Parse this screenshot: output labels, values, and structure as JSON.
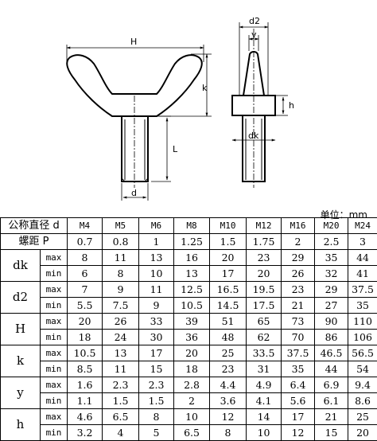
{
  "drawing": {
    "labels": {
      "H": "H",
      "k": "k",
      "L": "L",
      "d": "d",
      "d2": "d2",
      "y": "y",
      "h": "h",
      "dk": "dk"
    }
  },
  "unit": "单位：mm",
  "table": {
    "header": {
      "label": "公称直径 d",
      "sizes": [
        "M4",
        "M5",
        "M6",
        "M8",
        "M10",
        "M12",
        "M16",
        "M20",
        "M24"
      ]
    },
    "pitch": {
      "label": "螺距 P",
      "values": [
        "0.7",
        "0.8",
        "1",
        "1.25",
        "1.5",
        "1.75",
        "2",
        "2.5",
        "3"
      ]
    },
    "groups": [
      {
        "name": "dk",
        "max": [
          "8",
          "11",
          "13",
          "16",
          "20",
          "23",
          "29",
          "35",
          "44"
        ],
        "min": [
          "6",
          "8",
          "10",
          "13",
          "17",
          "20",
          "26",
          "32",
          "41"
        ]
      },
      {
        "name": "d2",
        "max": [
          "7",
          "9",
          "11",
          "12.5",
          "16.5",
          "19.5",
          "23",
          "29",
          "37.5"
        ],
        "min": [
          "5.5",
          "7.5",
          "9",
          "10.5",
          "14.5",
          "17.5",
          "21",
          "27",
          "35"
        ]
      },
      {
        "name": "H",
        "max": [
          "20",
          "26",
          "33",
          "39",
          "51",
          "65",
          "73",
          "90",
          "110"
        ],
        "min": [
          "18",
          "24",
          "30",
          "36",
          "48",
          "62",
          "70",
          "86",
          "106"
        ]
      },
      {
        "name": "k",
        "max": [
          "10.5",
          "13",
          "17",
          "20",
          "25",
          "33.5",
          "37.5",
          "46.5",
          "56.5"
        ],
        "min": [
          "8.5",
          "11",
          "15",
          "18",
          "23",
          "31",
          "35",
          "44",
          "54"
        ]
      },
      {
        "name": "y",
        "max": [
          "1.6",
          "2.3",
          "2.3",
          "2.8",
          "4.4",
          "4.9",
          "6.4",
          "6.9",
          "9.4"
        ],
        "min": [
          "1.1",
          "1.5",
          "1.5",
          "2",
          "3.6",
          "4.1",
          "5.6",
          "6.1",
          "8.6"
        ]
      },
      {
        "name": "h",
        "max": [
          "4.6",
          "6.5",
          "8",
          "10",
          "12",
          "14",
          "17",
          "21",
          "25"
        ],
        "min": [
          "3.2",
          "4",
          "5",
          "6.5",
          "8",
          "10",
          "12",
          "15",
          "20"
        ]
      }
    ],
    "max_label": "max",
    "min_label": "min"
  }
}
